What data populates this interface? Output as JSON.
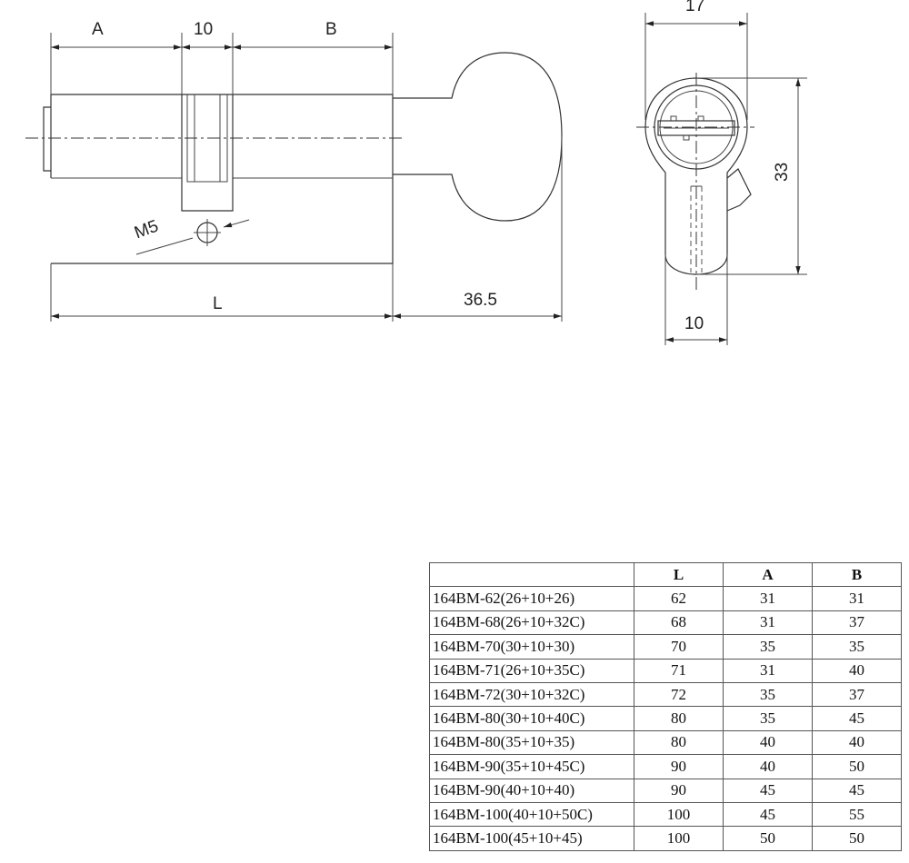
{
  "drawing": {
    "side_view": {
      "dim_a": "A",
      "dim_gap": "10",
      "dim_b": "B",
      "dim_l": "L",
      "dim_knob": "36.5",
      "screw_label": "M5"
    },
    "front_view": {
      "dim_width": "17",
      "dim_height": "33",
      "dim_bottom": "10"
    }
  },
  "table": {
    "headers": [
      "",
      "L",
      "A",
      "B"
    ],
    "rows": [
      [
        "164BM-62(26+10+26)",
        "62",
        "31",
        "31"
      ],
      [
        "164BM-68(26+10+32C)",
        "68",
        "31",
        "37"
      ],
      [
        "164BM-70(30+10+30)",
        "70",
        "35",
        "35"
      ],
      [
        "164BM-71(26+10+35C)",
        "71",
        "31",
        "40"
      ],
      [
        "164BM-72(30+10+32C)",
        "72",
        "35",
        "37"
      ],
      [
        "164BM-80(30+10+40C)",
        "80",
        "35",
        "45"
      ],
      [
        "164BM-80(35+10+35)",
        "80",
        "40",
        "40"
      ],
      [
        "164BM-90(35+10+45C)",
        "90",
        "40",
        "50"
      ],
      [
        "164BM-90(40+10+40)",
        "90",
        "45",
        "45"
      ],
      [
        "164BM-100(40+10+50C)",
        "100",
        "45",
        "55"
      ],
      [
        "164BM-100(45+10+45)",
        "100",
        "50",
        "50"
      ]
    ]
  }
}
